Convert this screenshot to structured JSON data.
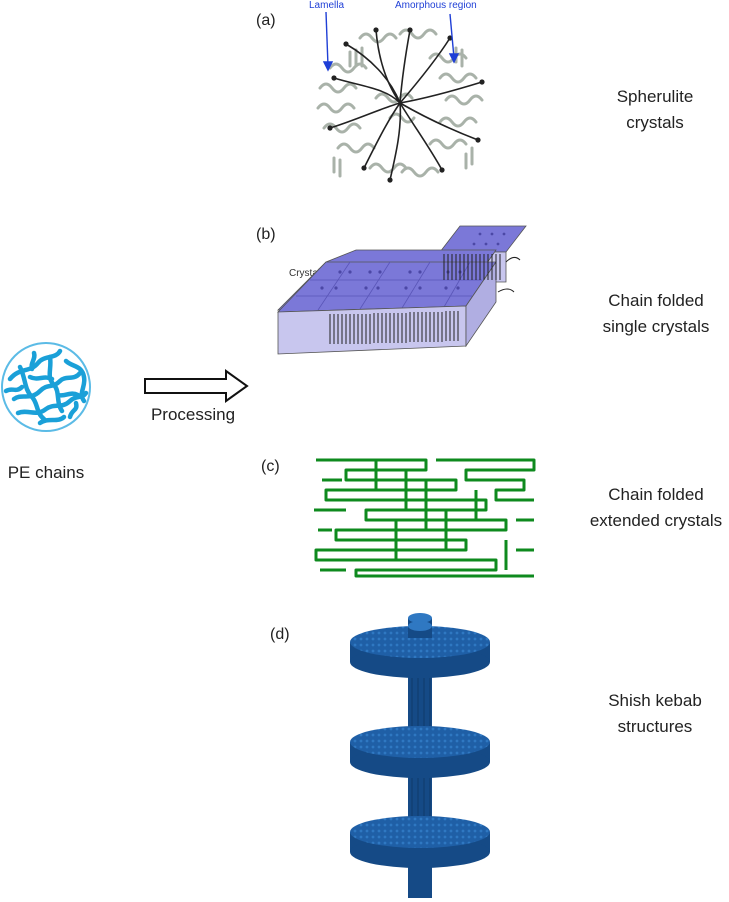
{
  "input": {
    "label": "PE chains",
    "colors": {
      "chains": "#1aa0d8",
      "circle": "#5bbbe6"
    }
  },
  "arrow": {
    "label": "Processing"
  },
  "panels": [
    {
      "letter": "(a)",
      "description_line1": "Spherulite",
      "description_line2": "crystals",
      "annotations": {
        "lamella": "Lamella",
        "amorphous": "Amorphous region"
      },
      "colors": {
        "label": "#1f3fd6",
        "lamellae": "#a9b2a9",
        "arrows": "#222222"
      }
    },
    {
      "letter": "(b)",
      "description_line1": "Chain folded",
      "description_line2": "single crystals",
      "annotations": {
        "crystallite": "Crystallite"
      },
      "colors": {
        "top": "#7b78d8",
        "side": "#c8c6ee"
      }
    },
    {
      "letter": "(c)",
      "description_line1": "Chain folded",
      "description_line2": "extended crystals",
      "colors": {
        "chains": "#0e8a1e"
      }
    },
    {
      "letter": "(d)",
      "description_line1": "Shish kebab",
      "description_line2": "structures",
      "colors": {
        "body": "#1f5fa6",
        "dark": "#154a86"
      }
    }
  ]
}
